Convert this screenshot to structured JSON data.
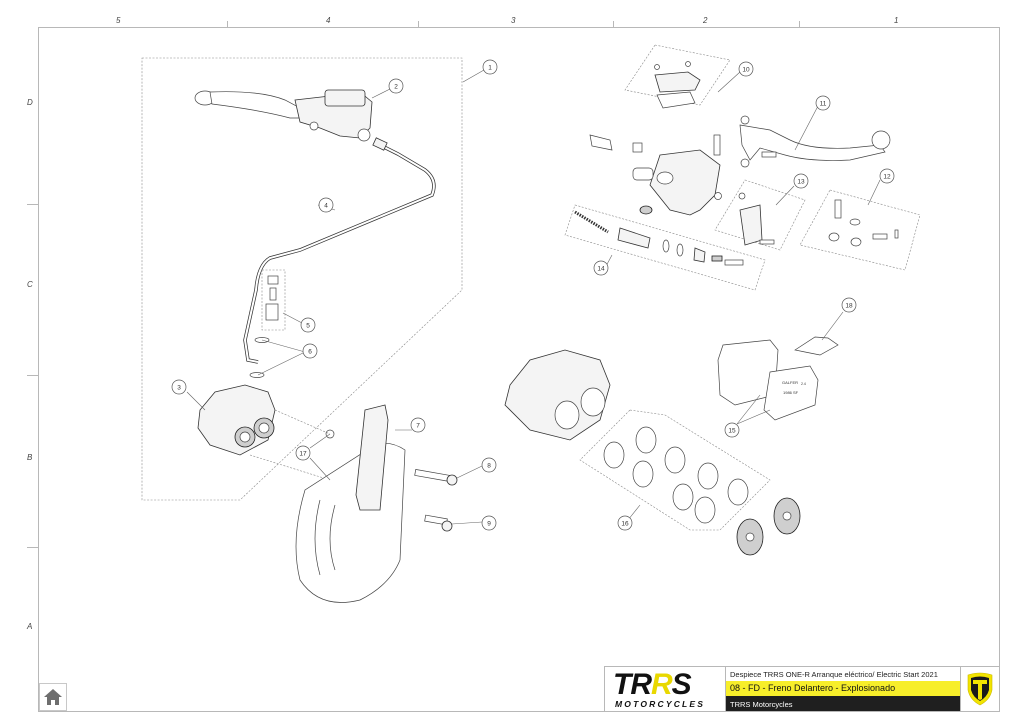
{
  "sheet": {
    "column_labels": [
      "5",
      "4",
      "3",
      "2",
      "1"
    ],
    "row_labels": [
      "D",
      "C",
      "B",
      "A"
    ]
  },
  "callouts": [
    "1",
    "2",
    "3",
    "4",
    "5",
    "6",
    "7",
    "8",
    "9",
    "10",
    "11",
    "12",
    "13",
    "14",
    "15",
    "16",
    "17",
    "18"
  ],
  "title_block": {
    "logo_text_left": "TR",
    "logo_text_mid": "R",
    "logo_text_right": "S",
    "logo_subtext": "MOTORCYCLES",
    "line1": "Despiece TRRS ONE-R  Arranque eléctrico/ Electric Start 2021",
    "line2": "08 - FD - Freno Delantero - Explosionado",
    "line3": "TRRS Motorcycles",
    "accent_color": "#f7ee2a",
    "dark_color": "#1f1f1f"
  },
  "nav": {
    "home_icon": "home-icon"
  },
  "parts_labels": {
    "pad_text_1": "GALFER",
    "pad_text_2": "1986 SF",
    "pad_text_3": "2.4"
  }
}
